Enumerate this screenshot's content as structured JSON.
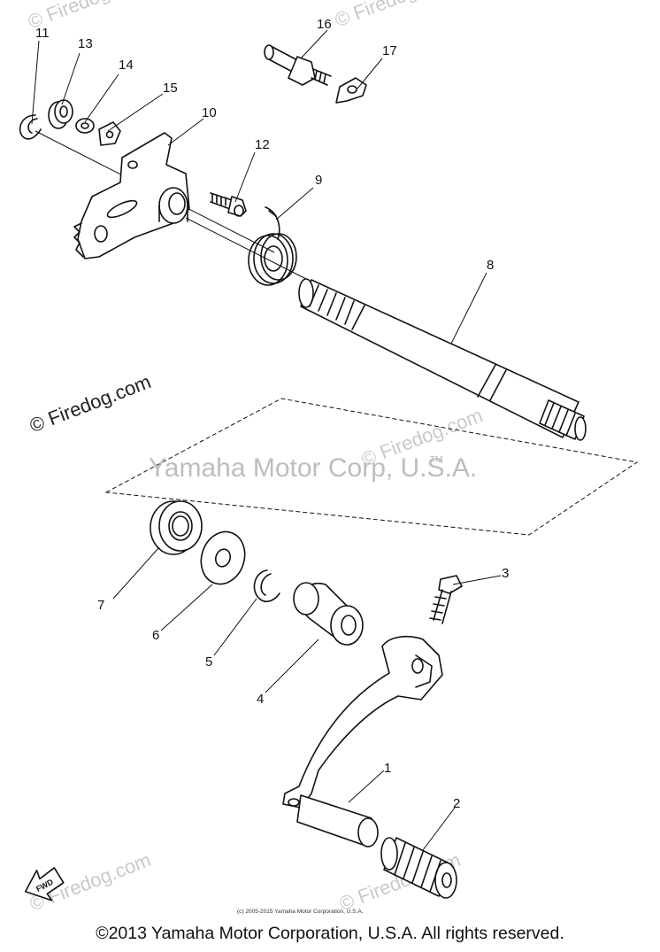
{
  "watermarks": {
    "main": "Yamaha Motor Corp, U.S.A.",
    "trademark": "TM",
    "left": "© Firedog.com",
    "repeat": "© Firedog.com"
  },
  "small_copyright": "(c) 2005-2015 Yamaha Motor Corporation, U.S.A.",
  "copyright": "©2013 Yamaha Motor Corporation, U.S.A. All rights reserved.",
  "fwd_label": "FWD",
  "callouts": {
    "n1": "1",
    "n2": "2",
    "n3": "3",
    "n4": "4",
    "n5": "5",
    "n6": "6",
    "n7": "7",
    "n8": "8",
    "n9": "9",
    "n10": "10",
    "n11": "11",
    "n12": "12",
    "n13": "13",
    "n14": "14",
    "n15": "15",
    "n16": "16",
    "n17": "17"
  }
}
